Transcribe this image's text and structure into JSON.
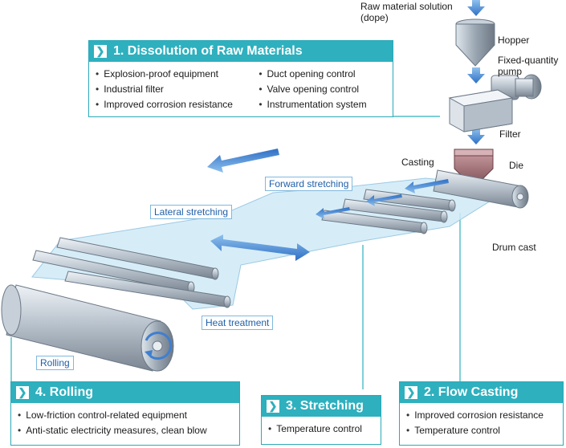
{
  "labels": {
    "raw_material": "Raw material solution",
    "dope": "(dope)",
    "hopper": "Hopper",
    "pump_line1": "Fixed-quantity",
    "pump_line2": "pump",
    "filter": "Filter",
    "casting": "Casting",
    "die": "Die",
    "drum_cast": "Drum cast",
    "forward_stretching": "Forward stretching",
    "lateral_stretching": "Lateral stretching",
    "heat_treatment": "Heat treatment",
    "rolling": "Rolling"
  },
  "steps": {
    "dissolution": {
      "title": "1. Dissolution of Raw Materials",
      "left_items": [
        "Explosion-proof equipment",
        "Industrial filter",
        "Improved corrosion resistance"
      ],
      "right_items": [
        "Duct opening control",
        "Valve opening control",
        "Instrumentation system"
      ]
    },
    "flow_casting": {
      "title": "2. Flow Casting",
      "items": [
        "Improved corrosion resistance",
        "Temperature control"
      ]
    },
    "stretching": {
      "title": "3. Stretching",
      "items": [
        "Temperature control"
      ]
    },
    "rolling": {
      "title": "4. Rolling",
      "items": [
        "Low-friction control-related equipment",
        "Anti-static electricity measures, clean blow"
      ]
    }
  },
  "colors": {
    "accent": "#2eb0be",
    "arrow_blue": "#3f7fd0",
    "film": "#cfeaf7"
  }
}
